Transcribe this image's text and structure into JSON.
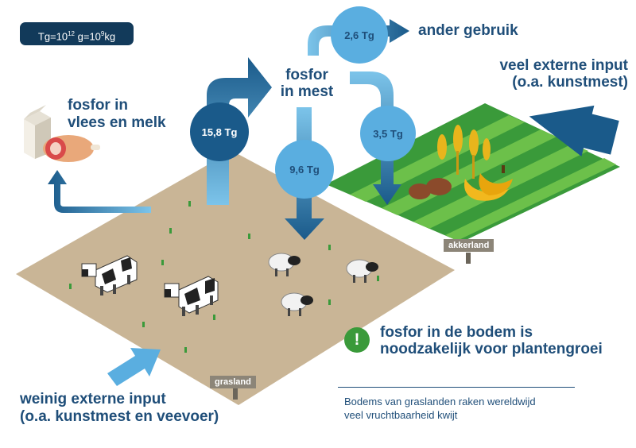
{
  "units": {
    "prefix": "Tg=10",
    "exp1": "12",
    "mid": " g=10",
    "exp2": "9",
    "suffix": "kg"
  },
  "flows": {
    "meat_milk": "15,8 Tg",
    "manure_to_grass": "9,6 Tg",
    "other_use": "2,6 Tg",
    "manure_to_arable": "3,5 Tg"
  },
  "labels": {
    "fosfor_vlees_l1": "fosfor in",
    "fosfor_vlees_l2": "vlees en melk",
    "fosfor_mest_l1": "fosfor",
    "fosfor_mest_l2": "in mest",
    "ander_gebruik": "ander gebruik",
    "veel_input_l1": "veel externe input",
    "veel_input_l2": "(o.a. kunstmest)",
    "weinig_input_l1": "weinig externe input",
    "weinig_input_l2": "(o.a. kunstmest en veevoer)",
    "bodem_l1": "fosfor in de bodem is",
    "bodem_l2": "noodzakelijk voor plantengroei",
    "alert_mark": "!",
    "akkerland": "akkerland",
    "grasland": "grasland",
    "note_l1": "Bodems van graslanden raken wereldwijd",
    "note_l2": "veel vruchtbaarheid kwijt"
  },
  "colors": {
    "dark_blue": "#1f4e79",
    "arrow_blue": "#1a5a8a",
    "light_blue": "#5aaee0",
    "soil": "#c9b596",
    "green_dark": "#3a9a3a",
    "green_light": "#6cc04a"
  }
}
